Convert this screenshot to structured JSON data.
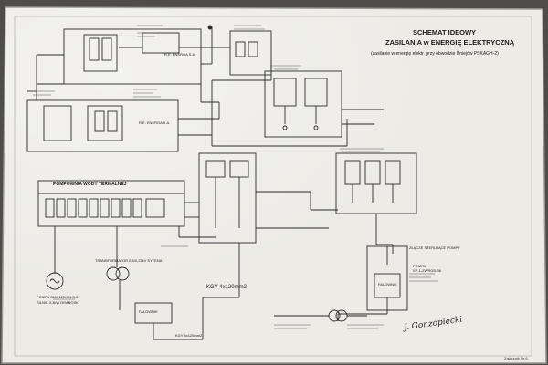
{
  "title": {
    "line1": "SCHEMAT IDEOWY",
    "line2": "ZASILANIA w ENERGIĘ ELEKTRYCZNĄ",
    "line3": "(zasilanie w energię elektr. przy obwodzie Uniejów PSKAGH-2)"
  },
  "labels": {
    "pump_room": "POMPOWNIA WODY TERMALNEJ",
    "energa_1": "R.E. ENERGA S.A.",
    "energa_2": "R.E. ENERGA S.A.",
    "transformer": "TRANSFORMATOR 0,4/0,23kV SYTENA",
    "cable_1": "KGY 4x120mm2",
    "cable_2": "KGY 4x120mm2",
    "falownik_1": "FALOWNIK",
    "falownik_2": "FALOWNIK",
    "pump_chp": "POMPA CLM 125-3/1-3,3",
    "pump_motor": "SILNIK 3,3kW DRABOSKI",
    "pump_station": "ZŁĄCZE STERUJĄCE POMPY",
    "pump_right_1": "POMPA",
    "pump_right_2": "SP-1-ZWRGD-06",
    "stamp": "Załącznik Nr 6",
    "signature": "J. Gonzopiecki"
  },
  "colors": {
    "poster": "#ecebe6",
    "line": "#2b2b2b",
    "background": "#4f4d49"
  }
}
